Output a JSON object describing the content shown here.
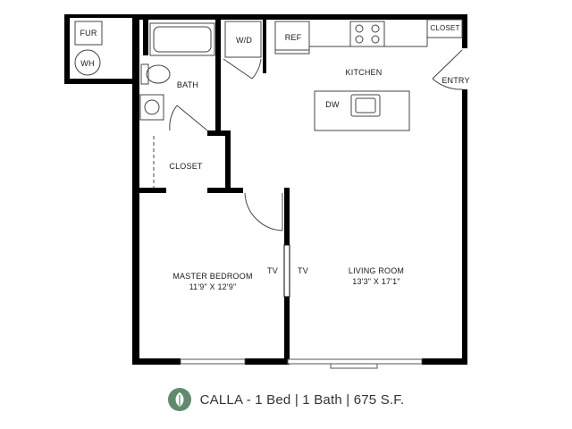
{
  "rooms": {
    "furnace": "FUR",
    "water_heater": "WH",
    "washer_dryer": "W/D",
    "refrigerator": "REF",
    "kitchen_closet": "CLOSET",
    "bath": "BATH",
    "kitchen": "KITCHEN",
    "entry": "ENTRY",
    "dishwasher": "DW",
    "bedroom_closet": "CLOSET",
    "tv_bedroom": "TV",
    "tv_living": "TV",
    "bedroom_name": "MASTER BEDROOM",
    "bedroom_size": "11'9\" X 12'9\"",
    "living_name": "LIVING ROOM",
    "living_size": "13'3\" X 17'1\""
  },
  "footer": {
    "title": "CALLA - 1 Bed | 1 Bath | 675 S.F."
  },
  "colors": {
    "wall": "#000000",
    "logo": "#5f8a6e",
    "fixture": "#444444"
  }
}
